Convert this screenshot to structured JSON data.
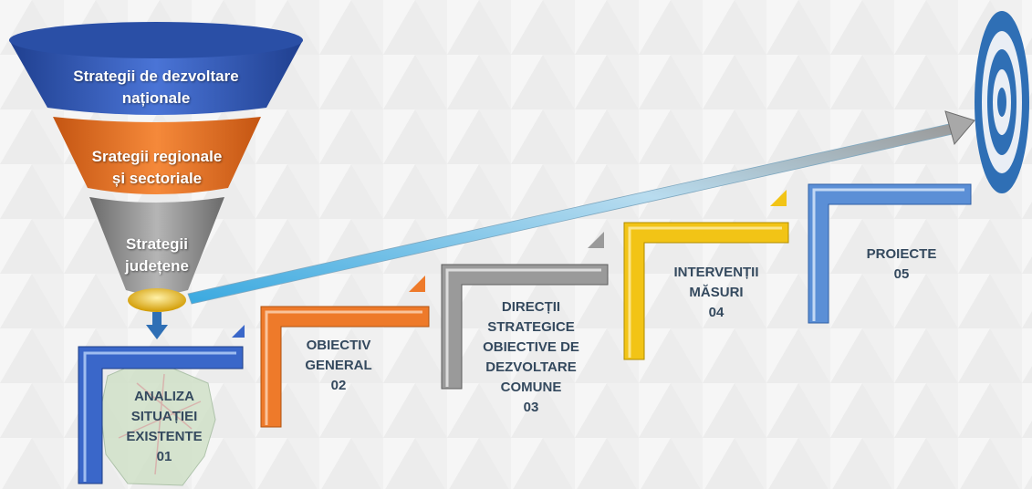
{
  "funnel": {
    "level1": {
      "lines": [
        "Strategii de dezvoltare",
        "naționale"
      ],
      "color": "#3a62c4"
    },
    "level2": {
      "lines": [
        "Srategii regionale",
        "și sectoriale"
      ],
      "color": "#ee7a2a"
    },
    "level3": {
      "lines": [
        "Strategii",
        "județene"
      ],
      "color": "#8f8f8f"
    },
    "nozzle_color": "#e8b30c"
  },
  "steps": [
    {
      "lines": [
        "ANALIZA",
        "SITUAȚIEI",
        "EXISTENTE"
      ],
      "number": "01",
      "color": "#3a67c9"
    },
    {
      "lines": [
        "OBIECTIV",
        "GENERAL"
      ],
      "number": "02",
      "color": "#ee7a2a"
    },
    {
      "lines": [
        "DIRECȚII",
        "STRATEGICE",
        "OBIECTIVE DE",
        "DEZVOLTARE",
        "COMUNE"
      ],
      "number": "03",
      "color": "#9a9a9a"
    },
    {
      "lines": [
        "INTERVENȚII",
        "MĂSURI"
      ],
      "number": "04",
      "color": "#f2c416"
    },
    {
      "lines": [
        "PROIECTE"
      ],
      "number": "05",
      "color": "#5b8fd6"
    }
  ],
  "target": {
    "colors": [
      "#2f6fb5",
      "#e9eef5"
    ]
  },
  "arrow": {
    "start_color": "#4fb6e6",
    "end_color": "#bfbfbf"
  },
  "label_color": "#34495e"
}
